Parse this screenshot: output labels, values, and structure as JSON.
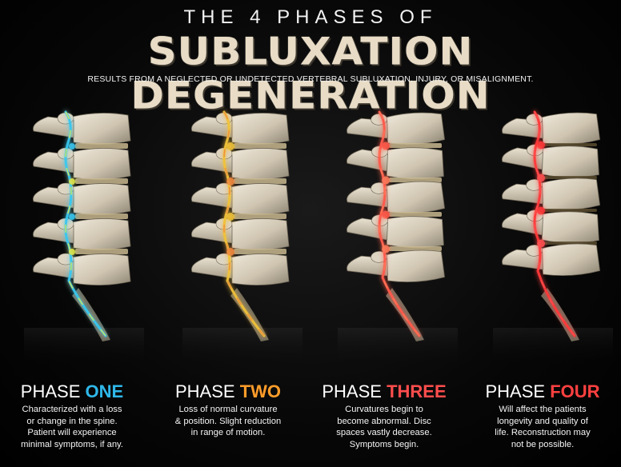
{
  "header": {
    "pre_title": "THE 4 PHASES OF",
    "title": "SUBLUXATION DEGENERATION",
    "subtitle": "RESULTS FROM A NEGLECTED OR UNDETECTED VERTEBRAL SUBLUXATION, INJURY, OR MISALIGNMENT."
  },
  "phases": [
    {
      "label": "PHASE",
      "word": "ONE",
      "accent": "#2fb8ea",
      "nerve": "#39c7ee",
      "nerve2": "#e0e84a",
      "description_lines": [
        "Characterized with a loss",
        "or change in the spine.",
        "Patient will experience",
        "minimal symptoms, if any."
      ]
    },
    {
      "label": "PHASE",
      "word": "TWO",
      "accent": "#ff9d2a",
      "nerve": "#f0c23a",
      "nerve2": "#f08a40",
      "description_lines": [
        "Loss of normal curvature",
        "& position. Slight reduction",
        "in range of motion."
      ]
    },
    {
      "label": "PHASE",
      "word": "THREE",
      "accent": "#ff4d4d",
      "nerve": "#ff5a4a",
      "nerve2": "#ff7a5a",
      "description_lines": [
        "Curvatures begin to",
        "become abnormal. Disc",
        "spaces vastly decrease.",
        "Symptoms begin."
      ]
    },
    {
      "label": "PHASE",
      "word": "FOUR",
      "accent": "#ff4040",
      "nerve": "#ff3838",
      "nerve2": "#ff5050",
      "description_lines": [
        "Will affect the patients",
        "longevity and quality of",
        "life. Reconstruction may",
        "not be possible."
      ]
    }
  ]
}
